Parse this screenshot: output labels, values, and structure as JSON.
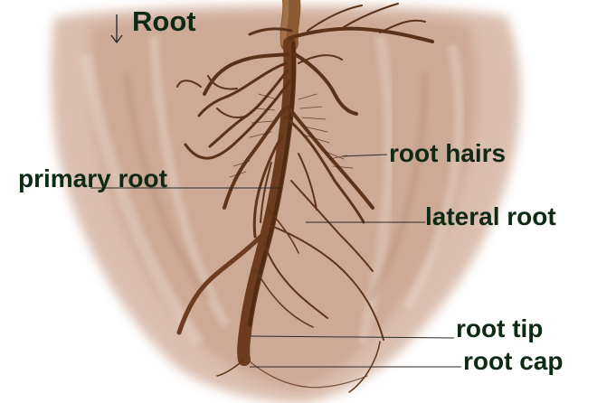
{
  "title": "Root",
  "labels": {
    "root_hairs": "root hairs",
    "primary_root": "primary root",
    "lateral_root": "lateral root",
    "root_tip": "root tip",
    "root_cap": "root cap"
  },
  "colors": {
    "soil": "#c9a48f",
    "root": "#6b3c1f",
    "root_dark": "#3d1f0e",
    "label_text": "#0f2a14",
    "leader_line": "#2b2b2b"
  },
  "icons": {
    "title_arrow": "down-arrow-icon"
  }
}
